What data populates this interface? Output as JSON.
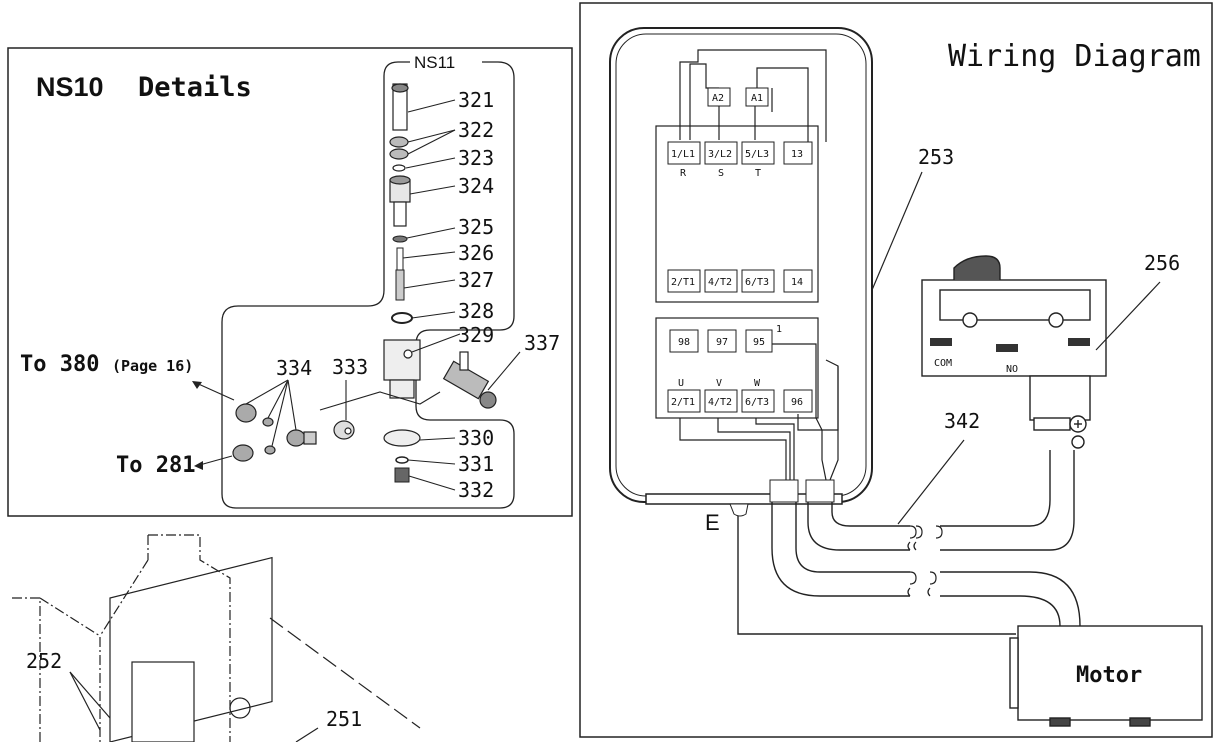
{
  "left_panel": {
    "title_prefix": "NS10",
    "title": "Details",
    "group_label": "NS11",
    "parts": [
      "321",
      "322",
      "323",
      "324",
      "325",
      "326",
      "327",
      "328",
      "329",
      "337",
      "333",
      "334",
      "330",
      "331",
      "332"
    ],
    "route_380_prefix": "To 380",
    "route_380_note": "(Page 16)",
    "route_281": "To 281"
  },
  "bottom_panel": {
    "parts": [
      "252",
      "251"
    ]
  },
  "wiring": {
    "title": "Wiring Diagram",
    "coil_terminals": [
      "A2",
      "A1"
    ],
    "line_terminals": [
      "1/L1",
      "3/L2",
      "5/L3",
      "13"
    ],
    "phase_labels": [
      "R",
      "S",
      "T"
    ],
    "load_terminals": [
      "2/T1",
      "4/T2",
      "6/T3",
      "14"
    ],
    "relay_top": [
      "98",
      "97",
      "95"
    ],
    "relay_mark": "1",
    "output_phase_labels": [
      "U",
      "V",
      "W"
    ],
    "relay_bottom": [
      "2/T1",
      "4/T2",
      "6/T3",
      "96"
    ],
    "ground_label": "E",
    "switch_labels": [
      "COM",
      "NO"
    ],
    "callouts": [
      "253",
      "256",
      "342"
    ],
    "motor_label": "Motor"
  }
}
